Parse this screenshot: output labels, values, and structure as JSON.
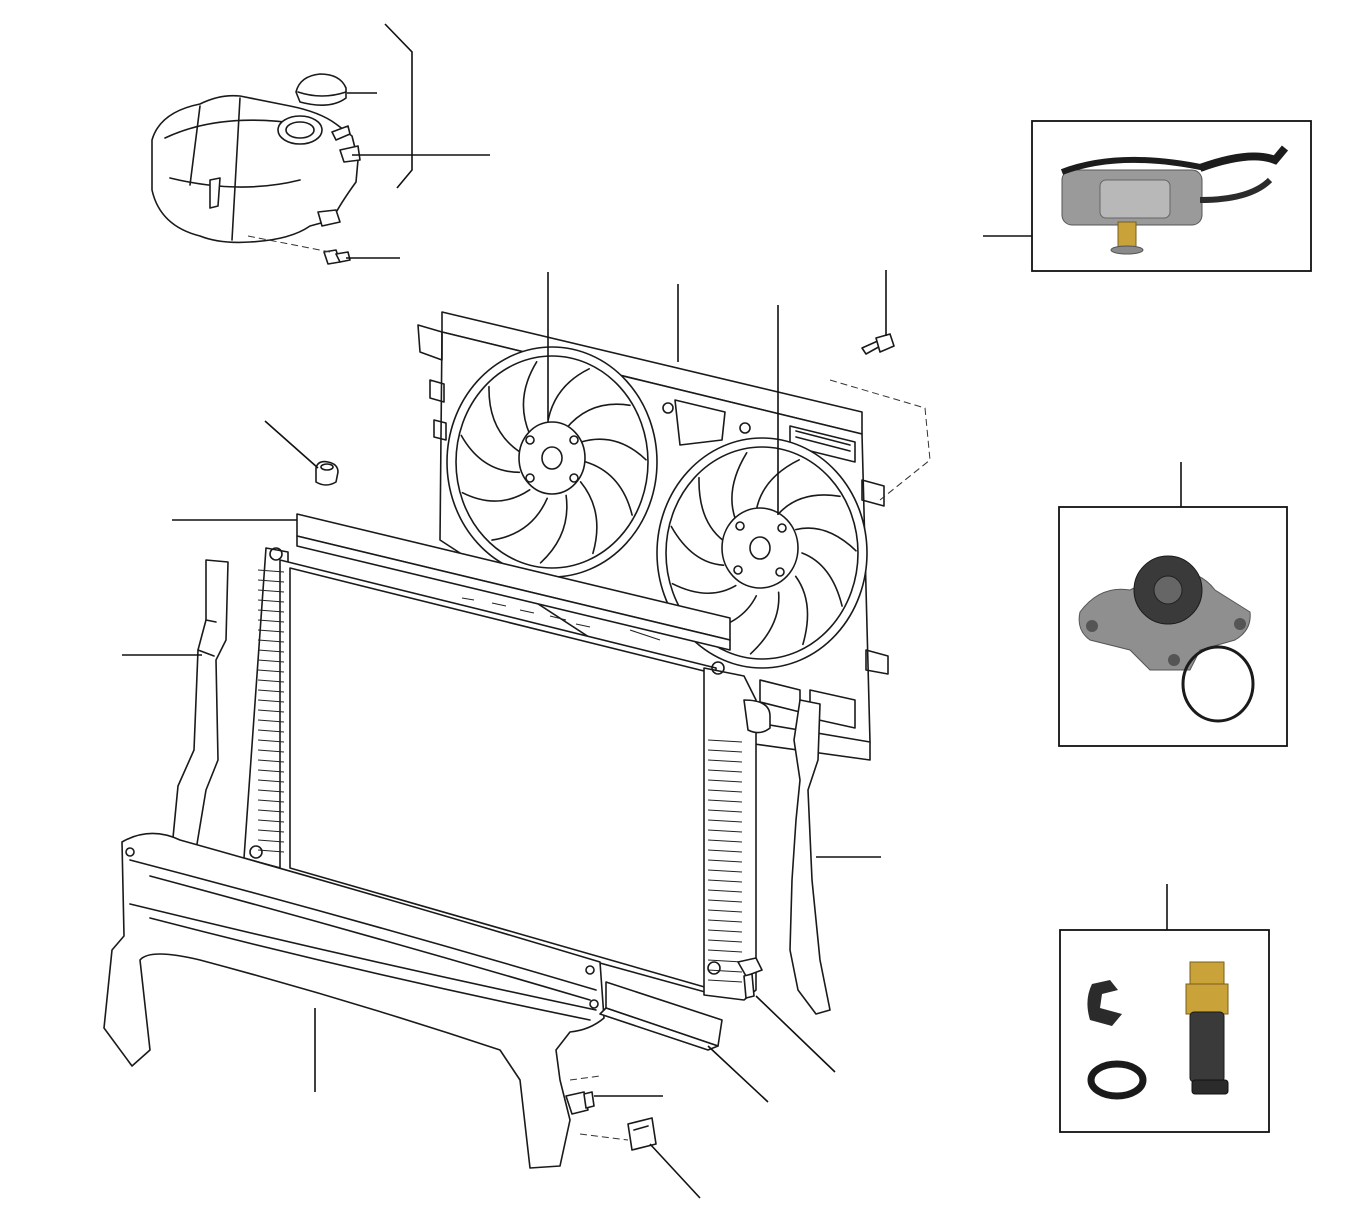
{
  "colors": {
    "line": "#1a1a1a",
    "background": "#ffffff",
    "photo_metal": "#8a8a8a",
    "photo_dark": "#2b2b2b",
    "photo_brass": "#c9a23a",
    "photo_hose": "#1c1c1c"
  },
  "parts": [
    {
      "name": "expansion-tank",
      "icon": "coolant-reservoir-icon"
    },
    {
      "name": "expansion-tank-cap",
      "icon": "filler-cap-icon"
    },
    {
      "name": "tank-bolt",
      "icon": "bolt-icon"
    },
    {
      "name": "fan-shroud-assembly",
      "icon": "twin-fan-icon"
    },
    {
      "name": "shroud-bolt",
      "icon": "bolt-icon"
    },
    {
      "name": "mounting-grommet",
      "icon": "grommet-icon"
    },
    {
      "name": "upper-foam-seal",
      "icon": "foam-strip-icon"
    },
    {
      "name": "radiator",
      "icon": "radiator-icon"
    },
    {
      "name": "left-air-deflector",
      "icon": "deflector-icon"
    },
    {
      "name": "right-air-deflector",
      "icon": "deflector-icon"
    },
    {
      "name": "lower-crossmember",
      "icon": "crossmember-icon"
    },
    {
      "name": "lower-foam-seal",
      "icon": "foam-strip-icon"
    },
    {
      "name": "drain-plug",
      "icon": "drain-plug-icon"
    },
    {
      "name": "bracket-bolt",
      "icon": "bolt-icon"
    },
    {
      "name": "clip-nut",
      "icon": "clip-nut-icon"
    },
    {
      "name": "thermostat-housing-photo",
      "icon": "thermostat-icon"
    },
    {
      "name": "water-pump-photo",
      "icon": "water-pump-icon"
    },
    {
      "name": "temperature-sensor-photo",
      "icon": "temperature-sensor-icon"
    }
  ]
}
